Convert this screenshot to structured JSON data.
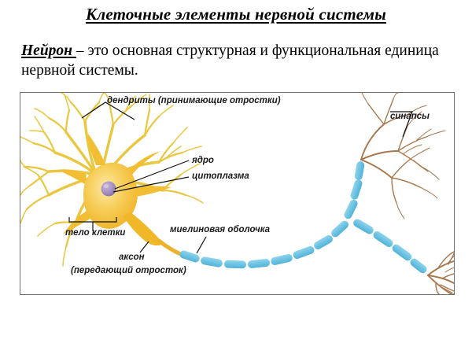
{
  "slide": {
    "title": "Клеточные элементы нервной системы",
    "definition": {
      "term": "Нейрон ",
      "rest": "– это основная структурная и функциональная единица нервной системы."
    }
  },
  "diagram": {
    "name": "neuron-structure-diagram",
    "labels": {
      "dendrites": "дендриты (принимающие отростки)",
      "nucleus": "ядро",
      "cytoplasm": "цитоплазма",
      "synapses": "синапсы",
      "soma": "тело клетки",
      "axon": "аксон",
      "axon_sub": "(передающий отросток)",
      "myelin": "миелиновая оболочка"
    },
    "colors": {
      "soma_body": "#F0B323",
      "soma_light": "#FBE08A",
      "dendrite": "#E8C84A",
      "nucleus": "#9C86B8",
      "myelin": "#6BC2E2",
      "axon": "#E9B93C",
      "terminal": "#A8764A",
      "leader_line": "#1a1a1a",
      "frame": "#6f6f6f"
    }
  }
}
